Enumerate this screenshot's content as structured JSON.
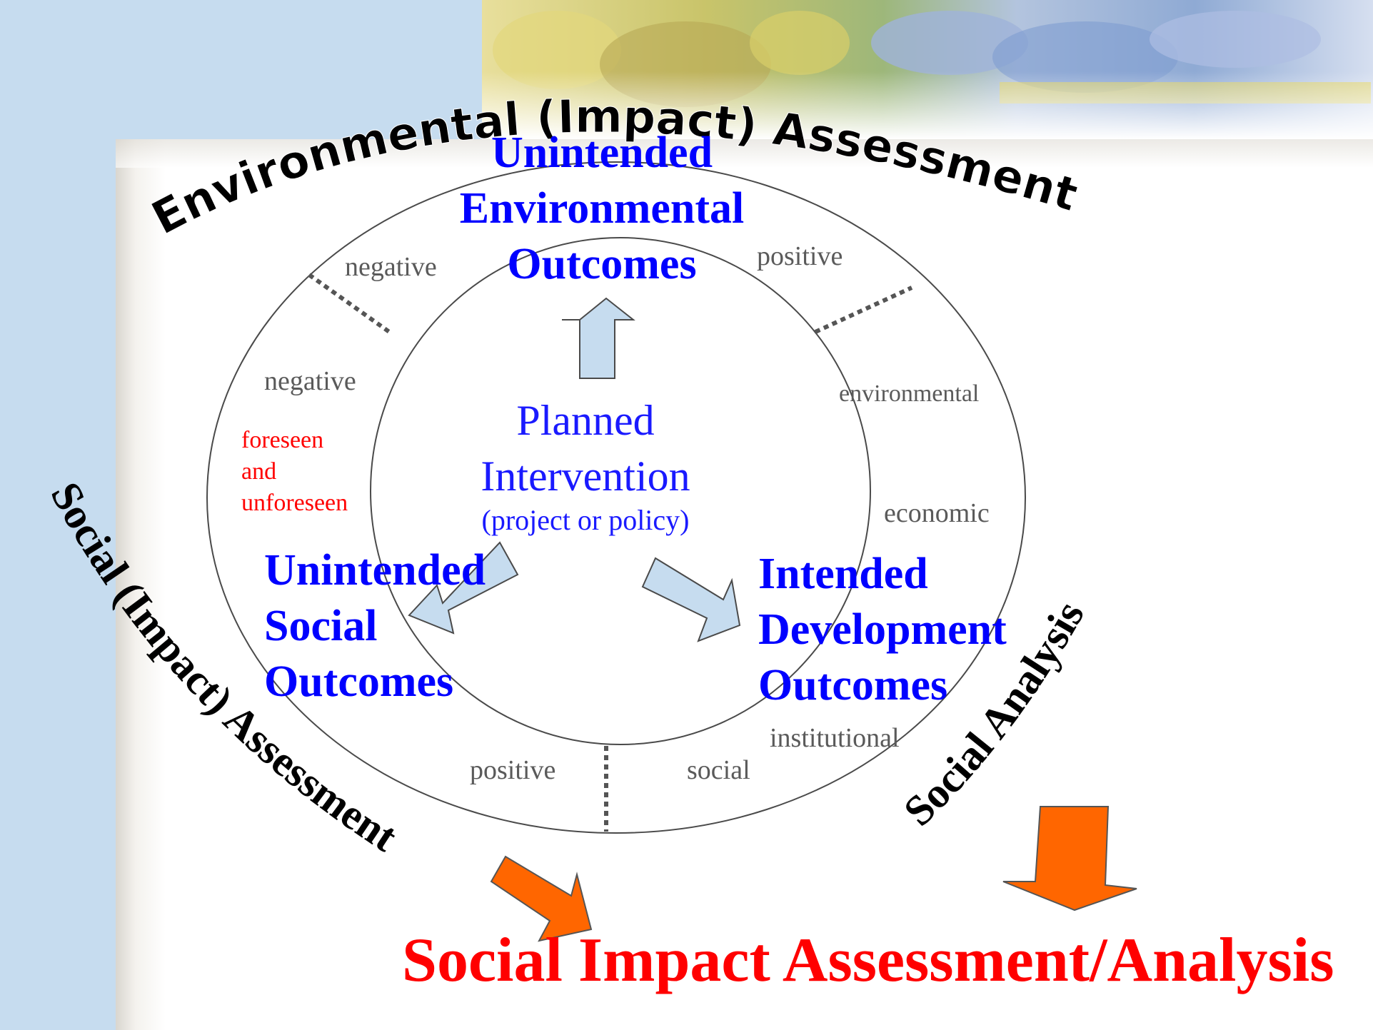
{
  "arc_titles": {
    "environmental": "Environmental (Impact) Assessment",
    "social_impact": "Social (Impact) Assessment",
    "social_analysis": "Social Analysis"
  },
  "center": {
    "line1": "Planned",
    "line2": "Intervention",
    "line3": "(project or policy)"
  },
  "outcomes": {
    "environmental": [
      "Unintended",
      "Environmental",
      "Outcomes"
    ],
    "social": [
      "Unintended",
      "Social",
      "Outcomes"
    ],
    "development": [
      "Intended",
      "Development",
      "Outcomes"
    ]
  },
  "ring_labels": {
    "negative_top": "negative",
    "positive_top": "positive",
    "negative_left": "negative",
    "environmental": "environmental",
    "economic": "economic",
    "institutional": "institutional",
    "social": "social",
    "positive_bottom": "positive"
  },
  "foreseen": [
    "foreseen",
    "and",
    "unforeseen"
  ],
  "headline": "Social Impact Assessment/Analysis",
  "colors": {
    "blue_text": "#0000ff",
    "red_text": "#ff0000",
    "arrow_light_blue": "#c6dcef",
    "arrow_orange": "#ff6600",
    "side_band": "#c6dcef"
  },
  "decor": {
    "top_banner_icon": "landscape-photo-strip"
  }
}
